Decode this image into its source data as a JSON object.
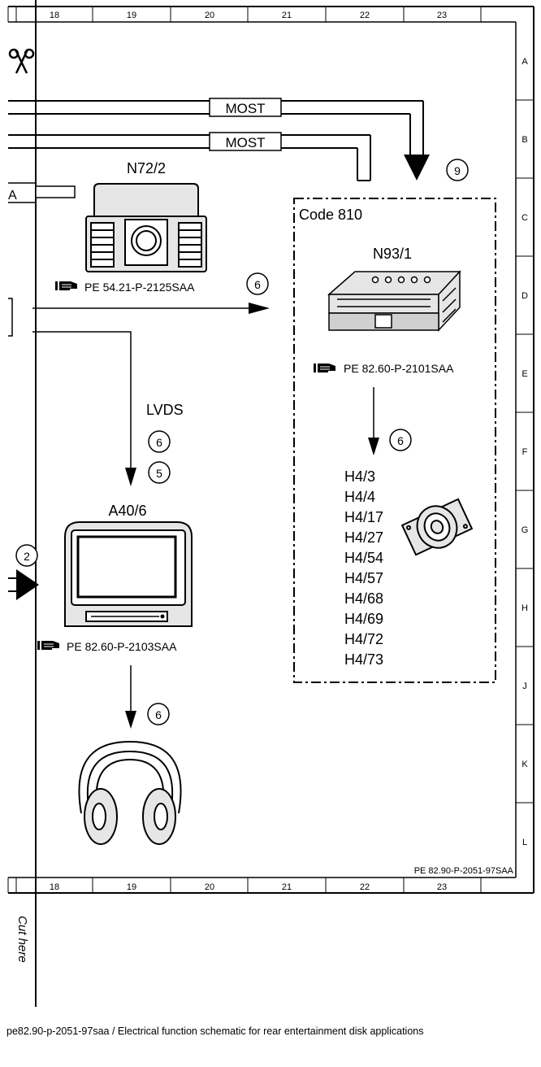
{
  "columns": [
    "18",
    "19",
    "20",
    "21",
    "22",
    "23"
  ],
  "rows": [
    "A",
    "B",
    "C",
    "D",
    "E",
    "F",
    "G",
    "H",
    "J",
    "K",
    "L"
  ],
  "bus_labels": {
    "most_1": "MOST",
    "most_2": "MOST"
  },
  "connector_label": "A",
  "code_box": {
    "label": "Code 810"
  },
  "components": {
    "n72_2": {
      "id": "N72/2",
      "ref": "PE 54.21-P-2125SAA"
    },
    "n93_1": {
      "id": "N93/1",
      "ref": "PE 82.60-P-2101SAA"
    },
    "a40_6": {
      "id": "A40/6",
      "ref": "PE 82.60-P-2103SAA"
    }
  },
  "signal_label": "LVDS",
  "circle_markers": {
    "m9": "9",
    "m6a": "6",
    "m6b": "6",
    "m6c": "6",
    "m5": "5",
    "m2": "2",
    "m6d": "6"
  },
  "speakers": [
    "H4/3",
    "H4/4",
    "H4/17",
    "H4/27",
    "H4/54",
    "H4/57",
    "H4/68",
    "H4/69",
    "H4/72",
    "H4/73"
  ],
  "doc_ref": "PE 82.90-P-2051-97SAA",
  "cut_label": "Cut here",
  "footer": "pe82.90-p-2051-97saa / Electrical function schematic for rear entertainment disk applications",
  "colors": {
    "ink": "#000000",
    "paper": "#ffffff",
    "device_fill": "#e6e6e6"
  }
}
